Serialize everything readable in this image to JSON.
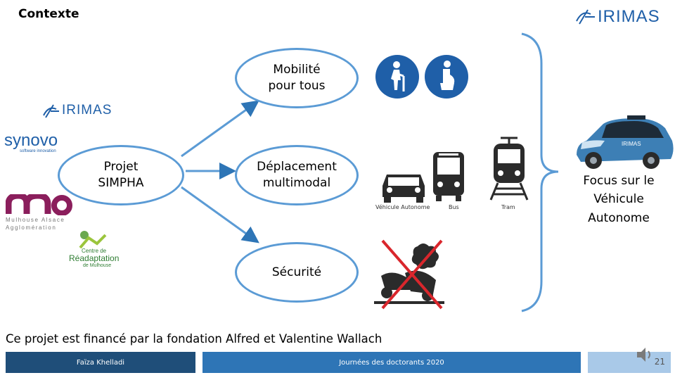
{
  "slide": {
    "title": "Contexte",
    "logo_top": "IRIMAS",
    "partners": {
      "irimas": "IRIMAS",
      "synovo": "synovo",
      "synovo_tagline": "software innovation",
      "m2a_line1": "Mulhouse Alsace",
      "m2a_line2": "Agglomération",
      "crm_line1": "Centre de",
      "crm_line2": "Réadaptation",
      "crm_line3": "de Mulhouse"
    },
    "project": "Projet\nSIMPHA",
    "branches": {
      "mobility": "Mobilité\npour tous",
      "transport": "Déplacement\nmultimodal",
      "safety": "Sécurité"
    },
    "transport_labels": {
      "car": "Véhicule Autonome",
      "bus": "Bus",
      "tram": "Tram"
    },
    "focus": "Focus sur le\nVéhicule\nAutonome",
    "car_marking": "IRIMAS",
    "funding": "Ce projet est financé par la fondation Alfred et Valentine Wallach",
    "footer": {
      "author": "Faïza Khelladi",
      "event": "Journées des doctorants  2020",
      "slide_number": "21"
    },
    "colors": {
      "accent": "#5b9bd5",
      "footer_dark": "#1f4e79",
      "footer_mid": "#2e75b6",
      "footer_light": "#a9c9e8",
      "sign_blue": "#1f5fa8",
      "cross_red": "#d9262c"
    }
  }
}
